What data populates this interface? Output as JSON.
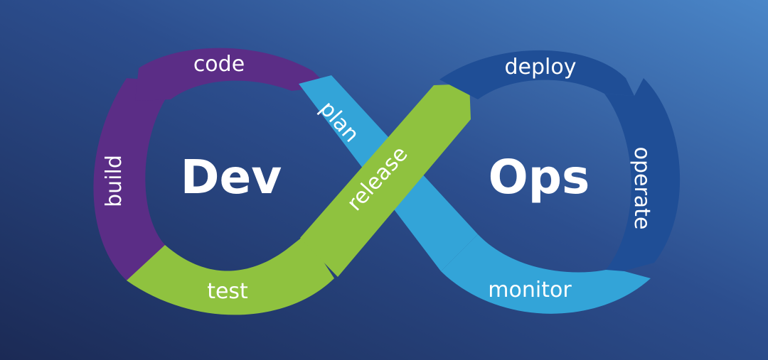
{
  "diagram": {
    "center_left": "Dev",
    "center_right": "Ops",
    "stages": {
      "code": "code",
      "build": "build",
      "test": "test",
      "plan": "plan",
      "release": "release",
      "deploy": "deploy",
      "operate": "operate",
      "monitor": "monitor"
    },
    "colors": {
      "background_start": "#1b2a55",
      "background_end": "#4a86c8",
      "purple": "#5b2d86",
      "green": "#8fc23f",
      "light_blue": "#33a4d8",
      "dark_blue": "#1f4e96"
    }
  }
}
